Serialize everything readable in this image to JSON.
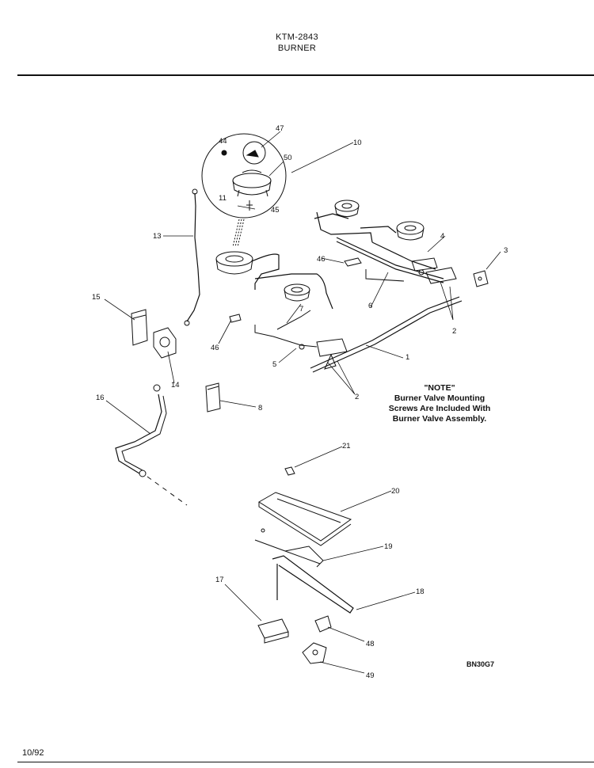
{
  "header": {
    "model": "KTM-2843",
    "title": "BURNER"
  },
  "note": {
    "heading": "\"NOTE\"",
    "lines": [
      "Burner Valve Mounting",
      "Screws Are Included With",
      "Burner Valve Assembly."
    ]
  },
  "footer": {
    "date": "10/92",
    "diagram_code": "BN30G7"
  },
  "callouts": {
    "c1": "1",
    "c2a": "2",
    "c2b": "2",
    "c3": "3",
    "c4": "4",
    "c5": "5",
    "c6": "6",
    "c7": "7",
    "c8": "8",
    "c10": "10",
    "c11": "11",
    "c13": "13",
    "c14": "14",
    "c15": "15",
    "c16": "16",
    "c17": "17",
    "c18": "18",
    "c19": "19",
    "c20": "20",
    "c21": "21",
    "c44": "44",
    "c45": "45",
    "c46a": "46",
    "c46b": "46",
    "c47": "47",
    "c48": "48",
    "c49": "49",
    "c50": "50"
  }
}
